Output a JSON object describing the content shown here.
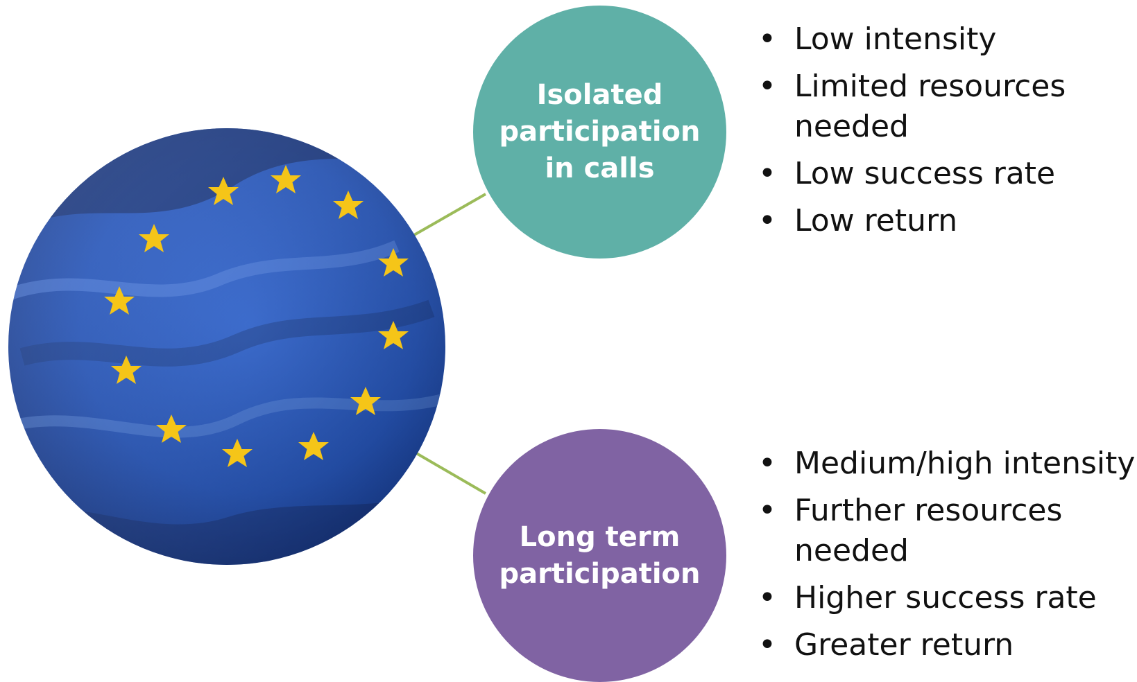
{
  "colors": {
    "connector": "#9bbb59",
    "top_node": "#5fb0a7",
    "bottom_node": "#8063a3",
    "flag_blue": "#1a4fbf",
    "star_yellow": "#f5c518"
  },
  "flag_image": {
    "icon": "eu-flag-icon"
  },
  "top_node": {
    "label": "Isolated\nparticipation\nin calls",
    "bullets": [
      "Low intensity",
      "Limited resources\nneeded",
      "Low success rate",
      "Low return"
    ]
  },
  "bottom_node": {
    "label": "Long term\nparticipation",
    "bullets": [
      "Medium/high intensity",
      "Further resources\nneeded",
      "Higher success rate",
      "Greater return"
    ]
  }
}
